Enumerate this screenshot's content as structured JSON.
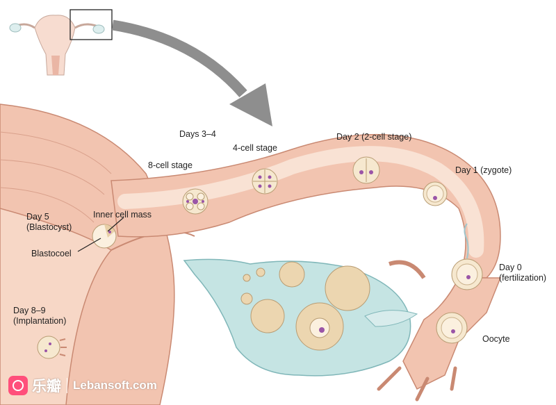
{
  "labels": {
    "days_3_4": "Days 3–4",
    "four_cell": "4-cell stage",
    "day2": "Day 2 (2-cell stage)",
    "eight_cell": "8-cell stage",
    "day1": "Day 1 (zygote)",
    "inner_cell_mass": "Inner cell mass",
    "day5": "Day 5\n(Blastocyst)",
    "blastocoel": "Blastocoel",
    "day0": "Day 0\n(fertilization)",
    "day89": "Day 8–9\n(Implantation)",
    "oocyte": "Oocyte"
  },
  "watermark": {
    "logo_text": "乐瓣",
    "site": "Lebansoft.com"
  },
  "colors": {
    "tissue": "#f2c4b0",
    "tissue_dark": "#c98972",
    "tube": "#f7d7c6",
    "ovary": "#c5e4e3",
    "ovary_dark": "#7fb6b8",
    "follicle": "#ecd6b0",
    "cell": "#fbf0df",
    "nucleus": "#9a55a7",
    "arrow": "#8e8e8e"
  }
}
